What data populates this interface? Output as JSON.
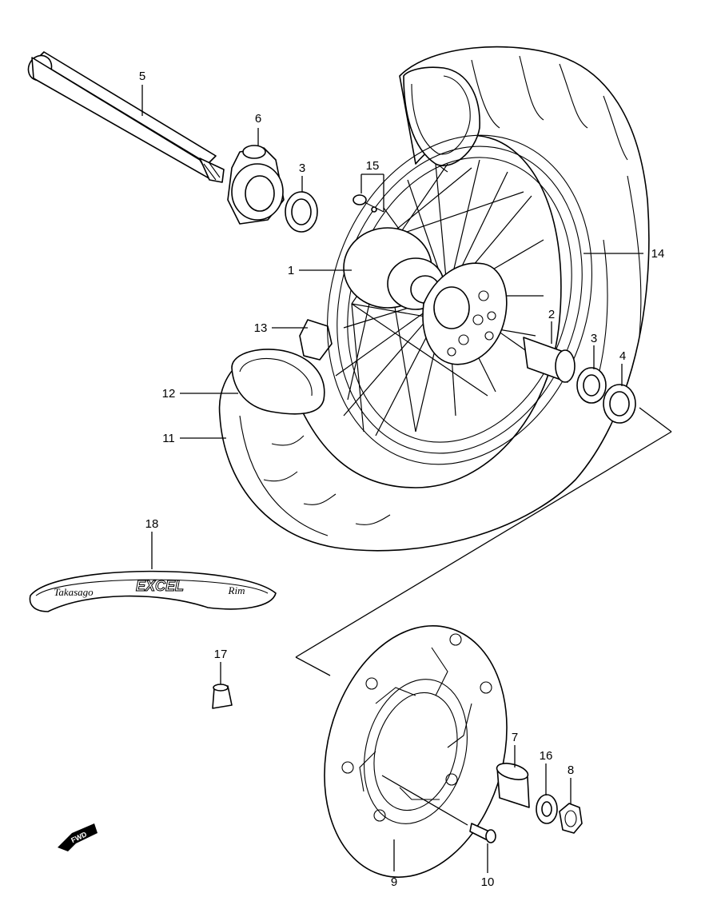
{
  "callouts": [
    {
      "id": "1",
      "text": "1"
    },
    {
      "id": "2",
      "text": "2"
    },
    {
      "id": "3a",
      "text": "3"
    },
    {
      "id": "3b",
      "text": "3"
    },
    {
      "id": "4",
      "text": "4"
    },
    {
      "id": "5",
      "text": "5"
    },
    {
      "id": "6",
      "text": "6"
    },
    {
      "id": "7",
      "text": "7"
    },
    {
      "id": "8",
      "text": "8"
    },
    {
      "id": "9",
      "text": "9"
    },
    {
      "id": "10",
      "text": "10"
    },
    {
      "id": "11",
      "text": "11"
    },
    {
      "id": "12",
      "text": "12"
    },
    {
      "id": "13",
      "text": "13"
    },
    {
      "id": "14",
      "text": "14"
    },
    {
      "id": "15",
      "text": "15"
    },
    {
      "id": "16",
      "text": "16"
    },
    {
      "id": "17",
      "text": "17"
    },
    {
      "id": "18",
      "text": "18"
    }
  ],
  "rim_decal": {
    "brand_script": "Takasago",
    "model": "EXCEL",
    "suffix": "Rim"
  },
  "direction_badge": {
    "text": "FWD"
  }
}
